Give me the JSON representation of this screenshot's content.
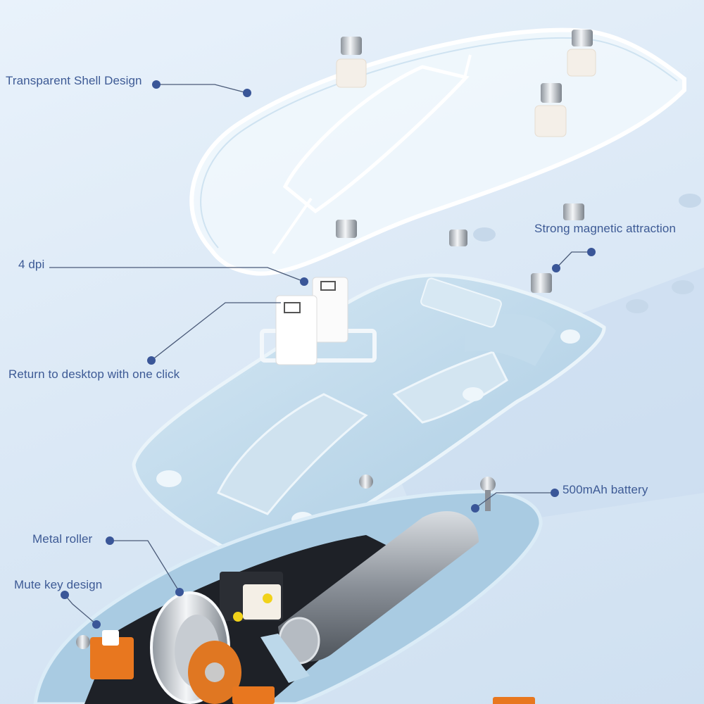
{
  "callouts": {
    "transparent_shell": "Transparent Shell Design",
    "magnetic": "Strong magnetic attraction",
    "dpi": "4 dpi",
    "return_desktop": "Return to desktop with one click",
    "battery": "500mAh battery",
    "metal_roller": "Metal roller",
    "mute_key": "Mute key design"
  },
  "colors": {
    "background": "#dce9f6",
    "label": "#3d5a95",
    "dot": "#3a5698",
    "leader_line": "#4a5a78",
    "shell_body": "#bcd8ea",
    "switch_orange": "#e8771f",
    "battery_silver": "#9aa0a8",
    "pcb": "#1e2127"
  },
  "icons": {
    "dot": "callout-dot-icon",
    "magnet": "magnet-cylinder-icon",
    "screw": "screw-icon"
  }
}
